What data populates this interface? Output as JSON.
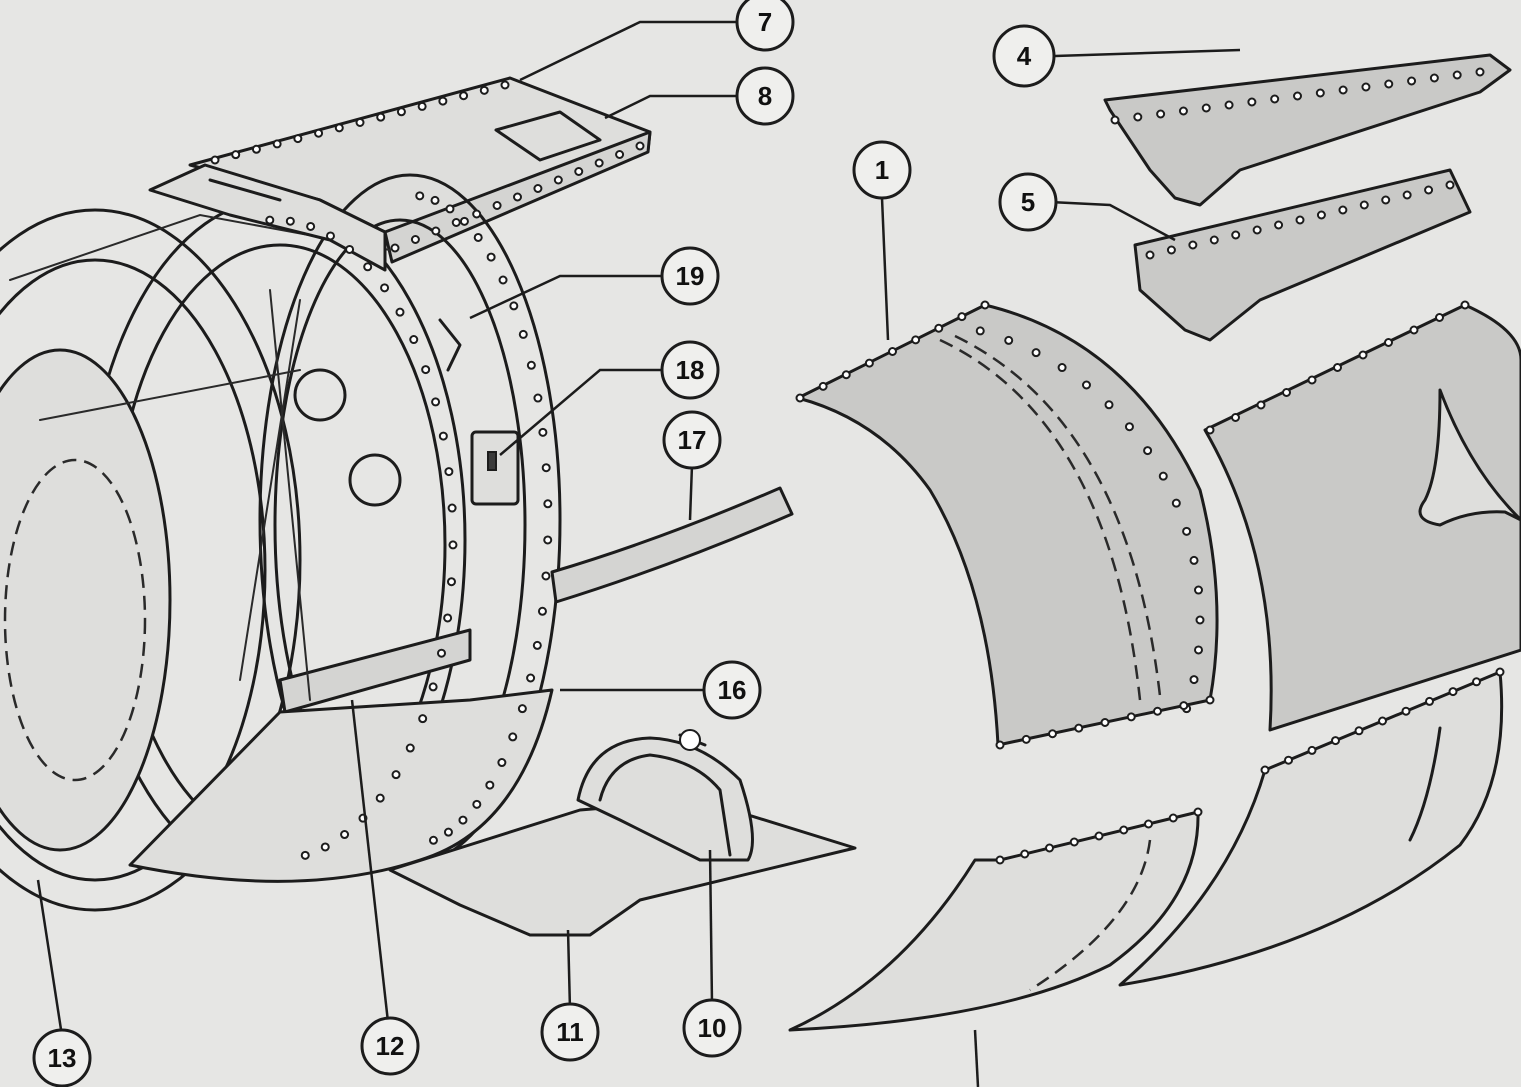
{
  "callouts": [
    {
      "id": "c7",
      "label": "7"
    },
    {
      "id": "c8",
      "label": "8"
    },
    {
      "id": "c4",
      "label": "4"
    },
    {
      "id": "c1",
      "label": "1"
    },
    {
      "id": "c5",
      "label": "5"
    },
    {
      "id": "c19",
      "label": "19"
    },
    {
      "id": "c18",
      "label": "18"
    },
    {
      "id": "c17",
      "label": "17"
    },
    {
      "id": "c16",
      "label": "16"
    },
    {
      "id": "c13",
      "label": "13"
    },
    {
      "id": "c12",
      "label": "12"
    },
    {
      "id": "c11",
      "label": "11"
    },
    {
      "id": "c10",
      "label": "10"
    }
  ],
  "colors": {
    "paper": "#e6e6e4",
    "ink": "#1c1c1c",
    "panel_fill": "#d4d4d2"
  }
}
